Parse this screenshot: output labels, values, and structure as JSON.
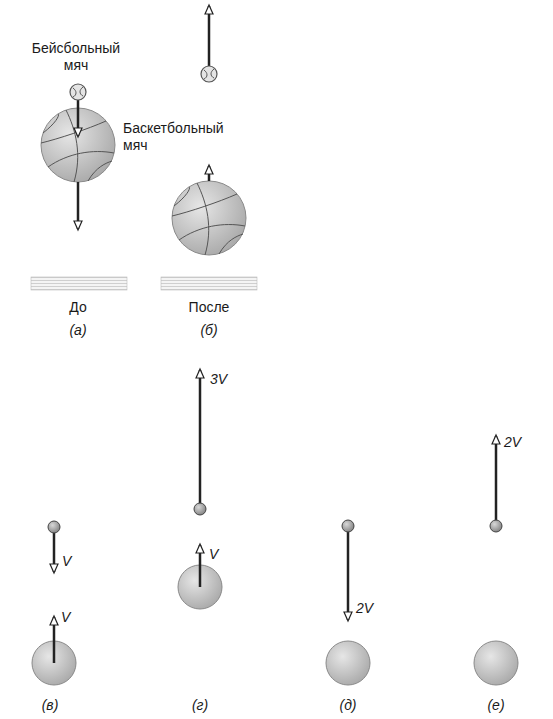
{
  "diagram": {
    "labels": [
      "Бейсбольный мяч",
      "Баскетбольный мяч",
      "До",
      "После",
      "(а)",
      "(б)",
      "V",
      "V",
      "3V",
      "V",
      "2V",
      "2V",
      "(в)",
      "(г)",
      "(д)",
      "(е)"
    ]
  }
}
